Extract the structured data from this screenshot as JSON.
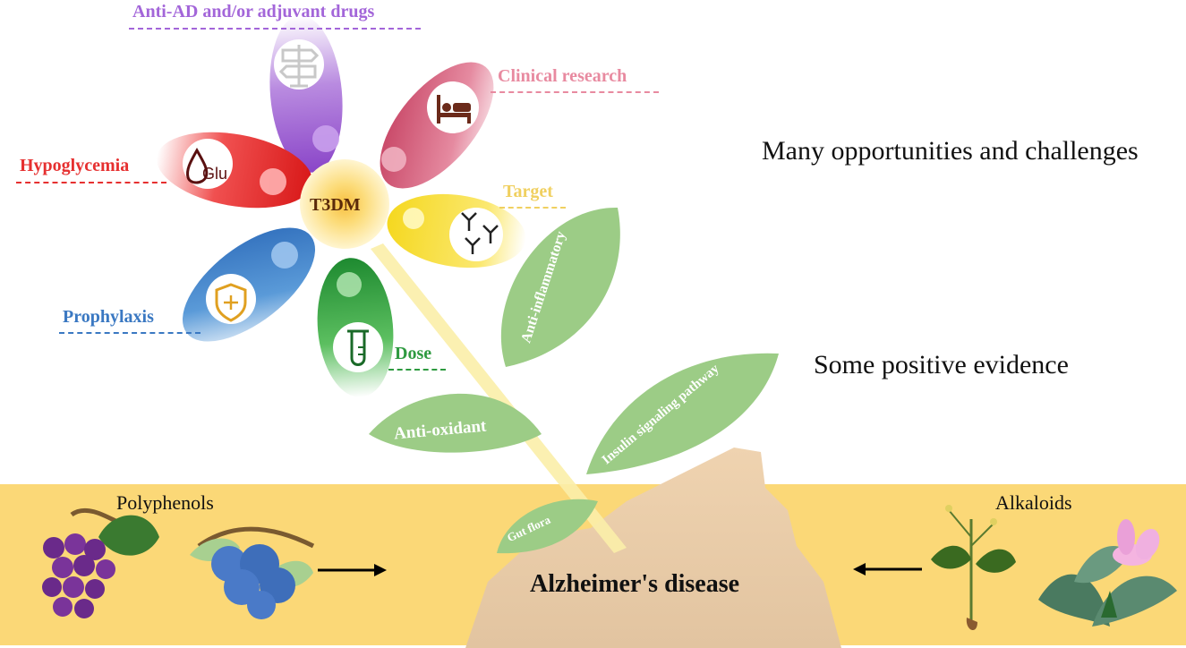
{
  "center": {
    "label": "T3DM"
  },
  "petals": [
    {
      "id": "anti-ad",
      "label": "Anti-AD and/or adjuvant drugs",
      "color": "#a366d9",
      "icon": "signpost-icon"
    },
    {
      "id": "clinical",
      "label": "Clinical research",
      "color": "#e88aa0",
      "icon": "bed-icon"
    },
    {
      "id": "hypoglycemia",
      "label": "Hypoglycemia",
      "color": "#e63030",
      "icon": "glucose-drop-icon",
      "icon_text": "Glu"
    },
    {
      "id": "target",
      "label": "Target",
      "color": "#f0d060",
      "icon": "antibody-icon"
    },
    {
      "id": "prophylaxis",
      "label": "Prophylaxis",
      "color": "#3a78c2",
      "icon": "shield-plus-icon"
    },
    {
      "id": "dose",
      "label": "Dose",
      "color": "#2e9a40",
      "icon": "test-tube-icon"
    }
  ],
  "leaves": [
    {
      "id": "anti-inflammatory",
      "label": "Anti-inflammatory"
    },
    {
      "id": "insulin",
      "label": "Insulin signaling pathway"
    },
    {
      "id": "anti-oxidant",
      "label": "Anti-oxidant"
    },
    {
      "id": "gut-flora",
      "label": "Gut flora"
    }
  ],
  "right_texts": {
    "opportunities": "Many opportunities and challenges",
    "evidence": "Some positive evidence"
  },
  "ground": {
    "left_category": "Polyphenols",
    "right_category": "Alkaloids",
    "disease": "Alzheimer's disease"
  },
  "colors": {
    "ground": "#fbd877",
    "leaf": "#9ccc86",
    "stem": "#fbeeaa",
    "rock": "#efd4b2",
    "center": "#fde9a6"
  }
}
